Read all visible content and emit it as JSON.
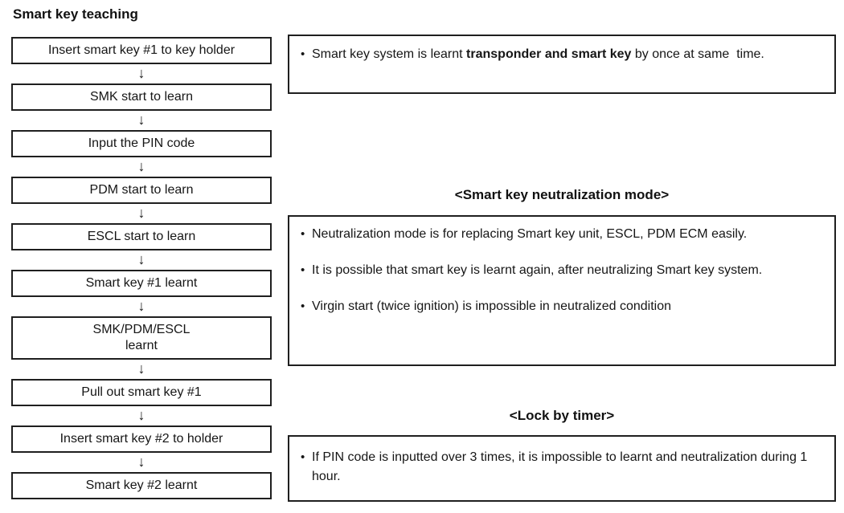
{
  "page": {
    "background_color": "#ffffff",
    "text_color": "#161616",
    "border_color": "#1f1f1f"
  },
  "title": "Smart key teaching",
  "bullet_glyph": "•",
  "flowchart": {
    "arrow_glyph": "↓",
    "steps": [
      {
        "label": "Insert smart key #1 to key holder"
      },
      {
        "label": "SMK start to learn"
      },
      {
        "label": "Input the PIN code"
      },
      {
        "label": "PDM start to learn"
      },
      {
        "label": "ESCL start to learn"
      },
      {
        "label": "Smart key #1 learnt"
      },
      {
        "label": "SMK/PDM/ESCL\nlearnt"
      },
      {
        "label": "Pull out smart key #1"
      },
      {
        "label": "Insert smart key #2 to holder"
      },
      {
        "label": "Smart key #2 learnt"
      }
    ]
  },
  "notes": {
    "smart_key_learning": {
      "bullets": [
        {
          "pre": "Smart key system is learnt ",
          "bold": "transponder and smart key",
          "post": " by once at same  time."
        }
      ]
    },
    "neutralization": {
      "heading": "<Smart key neutralization mode>",
      "bullets": [
        {
          "pre": "Neutralization mode is for replacing Smart key unit, ESCL, PDM ECM easily.",
          "bold": "",
          "post": ""
        },
        {
          "pre": "It is possible that smart key is learnt again, after neutralizing Smart key system.",
          "bold": "",
          "post": ""
        },
        {
          "pre": "Virgin start (twice ignition) is impossible in neutralized condition",
          "bold": "",
          "post": ""
        }
      ]
    },
    "lock_by_timer": {
      "heading": "<Lock by timer>",
      "bullets": [
        {
          "pre": "If PIN code is inputted over 3 times, it is impossible to learnt and neutralization during 1 hour.",
          "bold": "",
          "post": ""
        }
      ]
    }
  }
}
